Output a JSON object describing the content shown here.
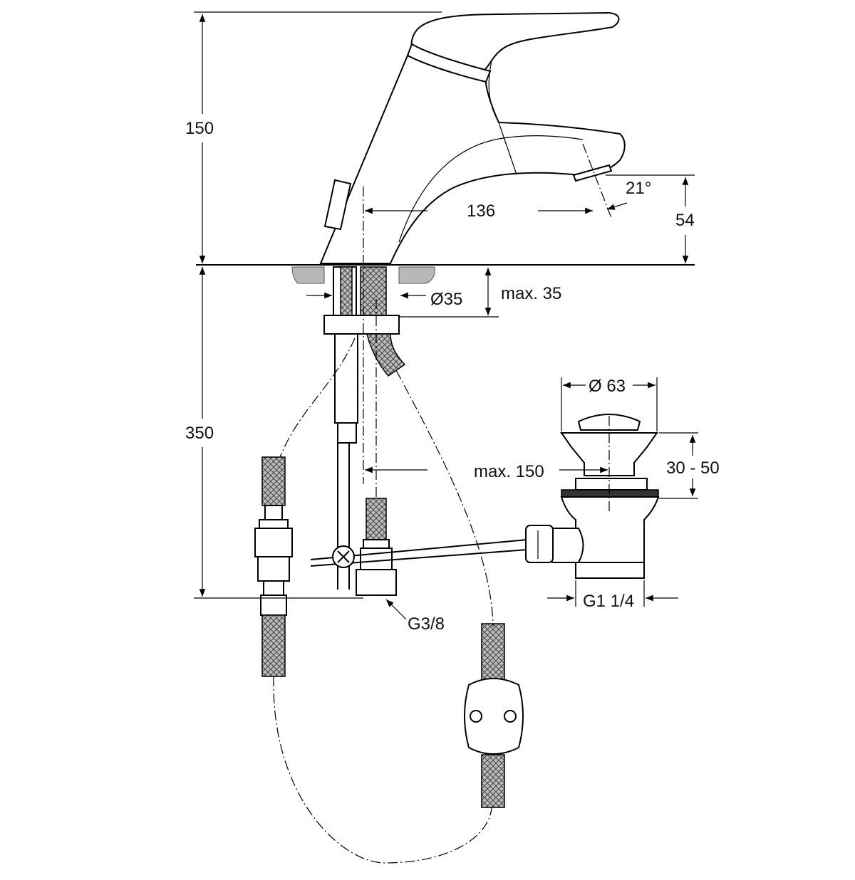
{
  "dimensions": {
    "height_total": "150",
    "height_lower": "350",
    "reach": "136",
    "spout_height": "54",
    "spout_angle": "21°",
    "deck_thickness": "max. 35",
    "hole_diameter": "Ø35",
    "waste_diameter": "Ø 63",
    "waste_range": "30 - 50",
    "waste_offset": "max. 150",
    "waste_thread": "G1 1/4",
    "supply_thread": "G3/8"
  }
}
